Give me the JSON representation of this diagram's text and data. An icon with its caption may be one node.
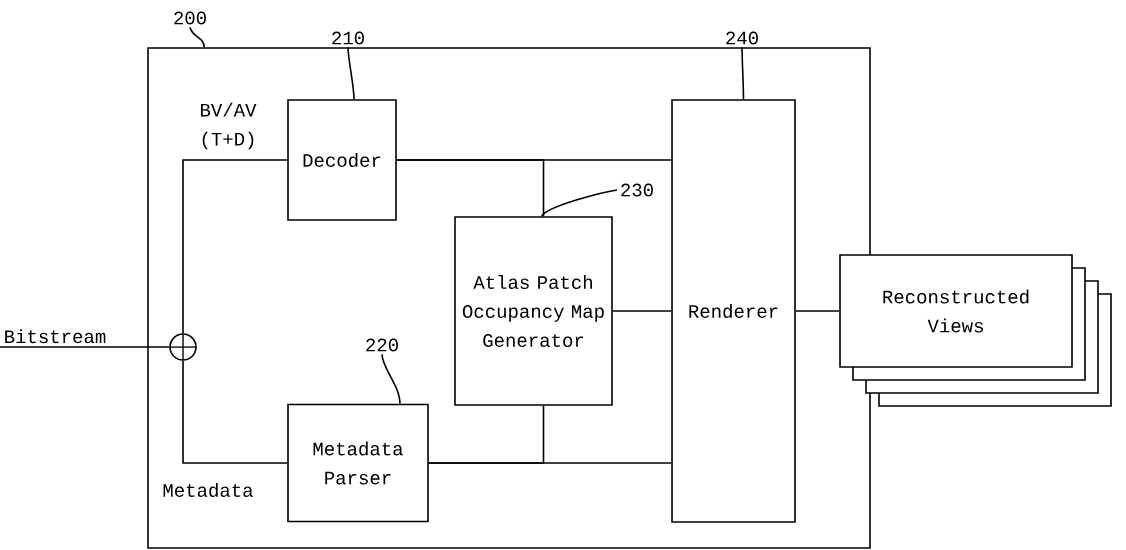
{
  "diagram": {
    "nodes": [
      {
        "text": [
          "200"
        ]
      },
      {
        "text": [],
        "shape": "box"
      },
      {
        "text": [
          "210"
        ]
      },
      {
        "text": [
          "Decoder"
        ],
        "in": 1
      },
      {
        "text": [
          "240"
        ]
      },
      {
        "text": [
          "Renderer"
        ],
        "in": 1
      },
      {
        "text": [
          "230"
        ],
        "in": 1
      },
      {
        "text": [
          "Atlas Patch Occupancy Map Generator"
        ],
        "in": 1
      },
      {
        "text": [
          "Bitstream"
        ]
      },
      {
        "text": [],
        "shape": "circle",
        "in": 1
      },
      {
        "text": [
          "220"
        ],
        "in": 1
      },
      {
        "text": [
          "Metadata Parser"
        ],
        "in": 1
      },
      {
        "text": [
          "Reconstructed Views"
        ]
      }
    ],
    "edges": [
      {
        "from": 0,
        "to": 1,
        "arrow": "none"
      },
      {
        "from": 2,
        "to": 3,
        "arrow": "none"
      },
      {
        "from": 4,
        "to": 5,
        "arrow": "none"
      },
      {
        "from": 6,
        "to": 7,
        "arrow": "none"
      },
      {
        "from": 10,
        "to": 11,
        "arrow": "none"
      },
      {
        "from": 8,
        "to": 9,
        "arrow": "none"
      },
      {
        "from": 9,
        "to": 3,
        "arrow": "none",
        "label": "BV/AV (T+D)"
      },
      {
        "from": 9,
        "to": 11,
        "arrow": "none",
        "label": "Metadata"
      },
      {
        "from": 3,
        "to": 5,
        "arrow": "none"
      },
      {
        "from": 3,
        "to": 7,
        "arrow": "none"
      },
      {
        "from": 11,
        "to": 5,
        "arrow": "none"
      },
      {
        "from": 11,
        "to": 7,
        "arrow": "none"
      },
      {
        "from": 7,
        "to": 5,
        "arrow": "none"
      },
      {
        "from": 5,
        "to": 12,
        "arrow": "none"
      }
    ]
  }
}
